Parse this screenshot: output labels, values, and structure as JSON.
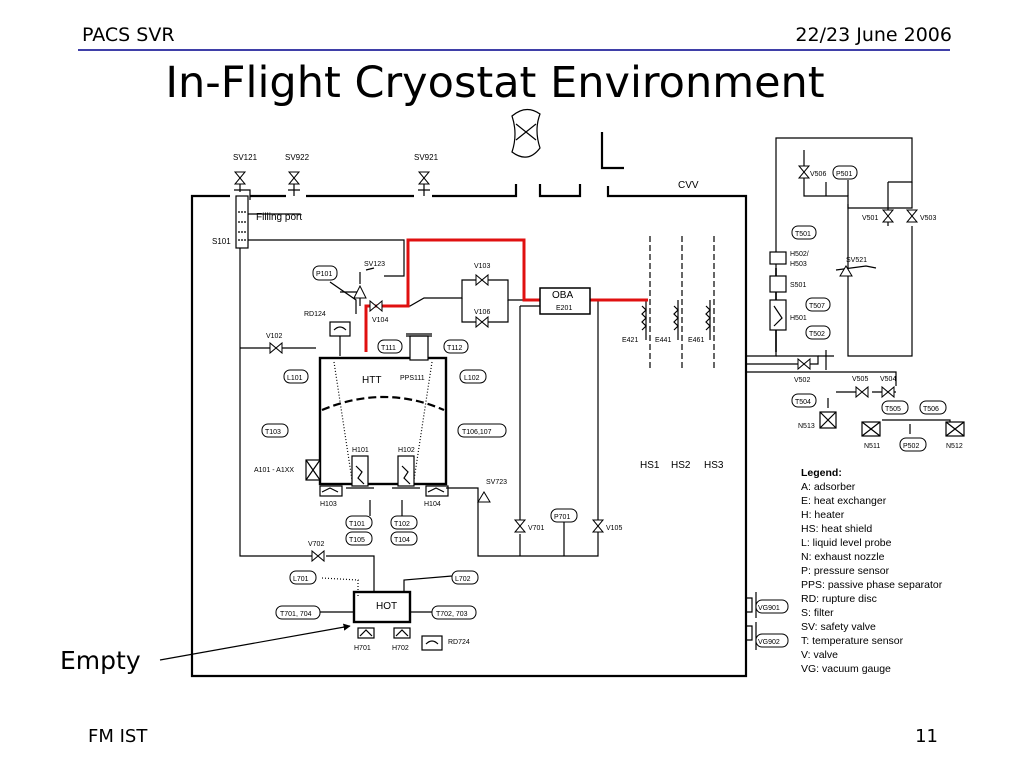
{
  "header": {
    "left": "PACS SVR",
    "right": "22/23 June 2006"
  },
  "title": "In-Flight Cryostat Environment",
  "footer": {
    "left": "FM IST",
    "right": "11"
  },
  "annotation": {
    "label": "Empty"
  },
  "colors": {
    "header_rule": "#3f3fa8",
    "highlight_pipe": "#e01010"
  },
  "labels": {
    "sv121": "SV121",
    "sv922": "SV922",
    "sv921": "SV921",
    "filling_port": "Filling port",
    "s101": "S101",
    "cvv": "CVV",
    "p101": "P101",
    "sv123": "SV123",
    "v103": "V103",
    "v104": "V104",
    "v106": "V106",
    "rd124": "RD124",
    "v102": "V102",
    "oba": "OBA",
    "e201": "E201",
    "e421": "E421",
    "e441": "E441",
    "e461": "E461",
    "hs1": "HS1",
    "hs2": "HS2",
    "hs3": "HS3",
    "t111": "T111",
    "t112": "T112",
    "pps111": "PPS111",
    "l101": "L101",
    "l102": "L102",
    "htt": "HTT",
    "t103": "T103",
    "t106_107": "T106,107",
    "h101": "H101",
    "h102": "H102",
    "a101": "A101 -  A1XX",
    "h103": "H103",
    "h104": "H104",
    "t101": "T101",
    "t105": "T105",
    "t102": "T102",
    "t104": "T104",
    "sv723": "SV723",
    "p701": "P701",
    "v701": "V701",
    "v105": "V105",
    "v702": "V702",
    "l701": "L701",
    "l702": "L702",
    "t701_704": "T701, 704",
    "t702_703": "T702, 703",
    "hot": "HOT",
    "h701": "H701",
    "h702": "H702",
    "rd724": "RD724",
    "v506": "V506",
    "p501": "P501",
    "v501": "V501",
    "v503": "V503",
    "t501": "T501",
    "h502_1": "H502/",
    "h502_2": "H503",
    "sv521": "SV521",
    "s501": "S501",
    "t507": "T507",
    "h501": "H501",
    "t502": "T502",
    "v502": "V502",
    "v505": "V505",
    "v504": "V504",
    "t504": "T504",
    "t505": "T505",
    "t506": "T506",
    "n513": "N513",
    "n511": "N511",
    "p502": "P502",
    "n512": "N512",
    "vg901": "VG901",
    "vg902": "VG902"
  },
  "legend": {
    "title": "Legend:",
    "items": [
      "A:  adsorber",
      "E:  heat exchanger",
      "H:  heater",
      "HS:  heat shield",
      "L:  liquid level probe",
      "N:  exhaust nozzle",
      "P:  pressure sensor",
      "PPS:  passive phase separator",
      "RD:  rupture disc",
      "S:  filter",
      "SV:  safety valve",
      "T:  temperature sensor",
      "V:  valve",
      "VG:  vacuum gauge"
    ]
  }
}
